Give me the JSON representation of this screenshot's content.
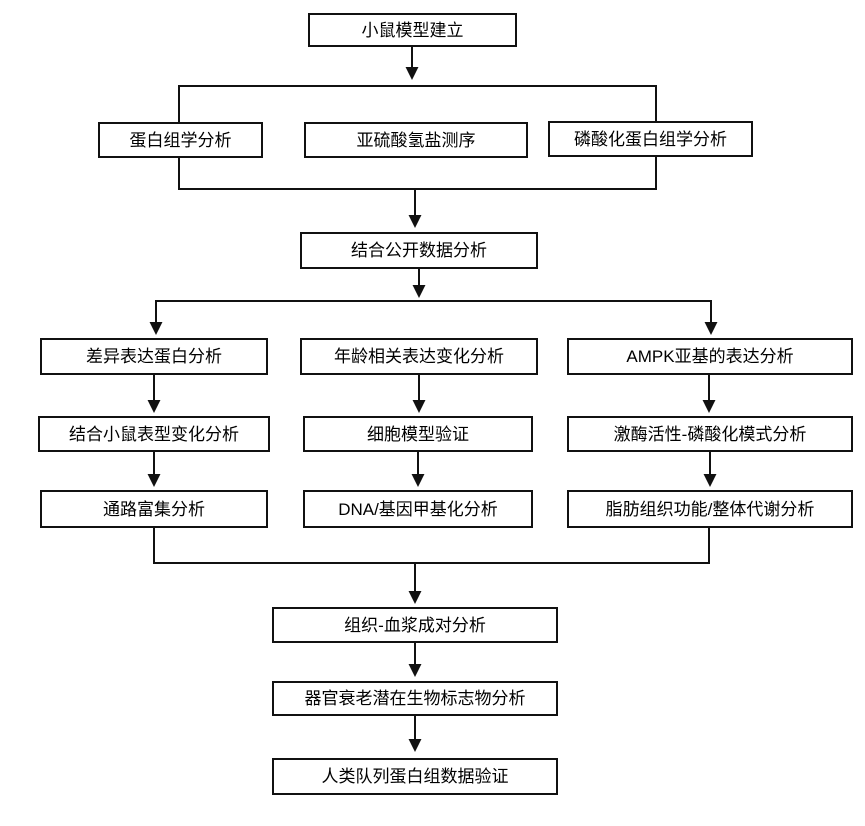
{
  "diagram": {
    "type": "flowchart",
    "colors": {
      "background": "#ffffff",
      "line": "#111111",
      "box_border": "#111111",
      "box_fill": "#ffffff",
      "text": "#000000"
    },
    "nodes": {
      "mouse_model": "小鼠模型建立",
      "proteomics": "蛋白组学分析",
      "bisulfite": "亚硫酸氢盐测序",
      "phosphoproteomics": "磷酸化蛋白组学分析",
      "public_data": "结合公开数据分析",
      "dep_analysis": "差异表达蛋白分析",
      "age_related": "年龄相关表达变化分析",
      "ampk_subunit": "AMPK亚基的表达分析",
      "mouse_phenotype": "结合小鼠表型变化分析",
      "cell_model": "细胞模型验证",
      "kinase_phospho": "激酶活性-磷酸化模式分析",
      "pathway_enrichment": "通路富集分析",
      "dna_methylation": "DNA/基因甲基化分析",
      "adipose_metabolism": "脂肪组织功能/整体代谢分析",
      "tissue_plasma": "组织-血浆成对分析",
      "organ_biomarker": "器官衰老潜在生物标志物分析",
      "human_cohort": "人类队列蛋白组数据验证"
    },
    "edges": [
      {
        "from": "mouse_model",
        "to": "omics_group"
      },
      {
        "from": "omics_group",
        "to": "public_data"
      },
      {
        "from": "public_data",
        "to": "dep_analysis"
      },
      {
        "from": "public_data",
        "to": "age_related"
      },
      {
        "from": "public_data",
        "to": "ampk_subunit"
      },
      {
        "from": "dep_analysis",
        "to": "mouse_phenotype"
      },
      {
        "from": "mouse_phenotype",
        "to": "pathway_enrichment"
      },
      {
        "from": "age_related",
        "to": "cell_model"
      },
      {
        "from": "cell_model",
        "to": "dna_methylation"
      },
      {
        "from": "ampk_subunit",
        "to": "kinase_phospho"
      },
      {
        "from": "kinase_phospho",
        "to": "adipose_metabolism"
      },
      {
        "from": "pathway_enrichment",
        "to": "tissue_plasma"
      },
      {
        "from": "dna_methylation",
        "to": "tissue_plasma"
      },
      {
        "from": "adipose_metabolism",
        "to": "tissue_plasma"
      },
      {
        "from": "tissue_plasma",
        "to": "organ_biomarker"
      },
      {
        "from": "organ_biomarker",
        "to": "human_cohort"
      }
    ]
  }
}
